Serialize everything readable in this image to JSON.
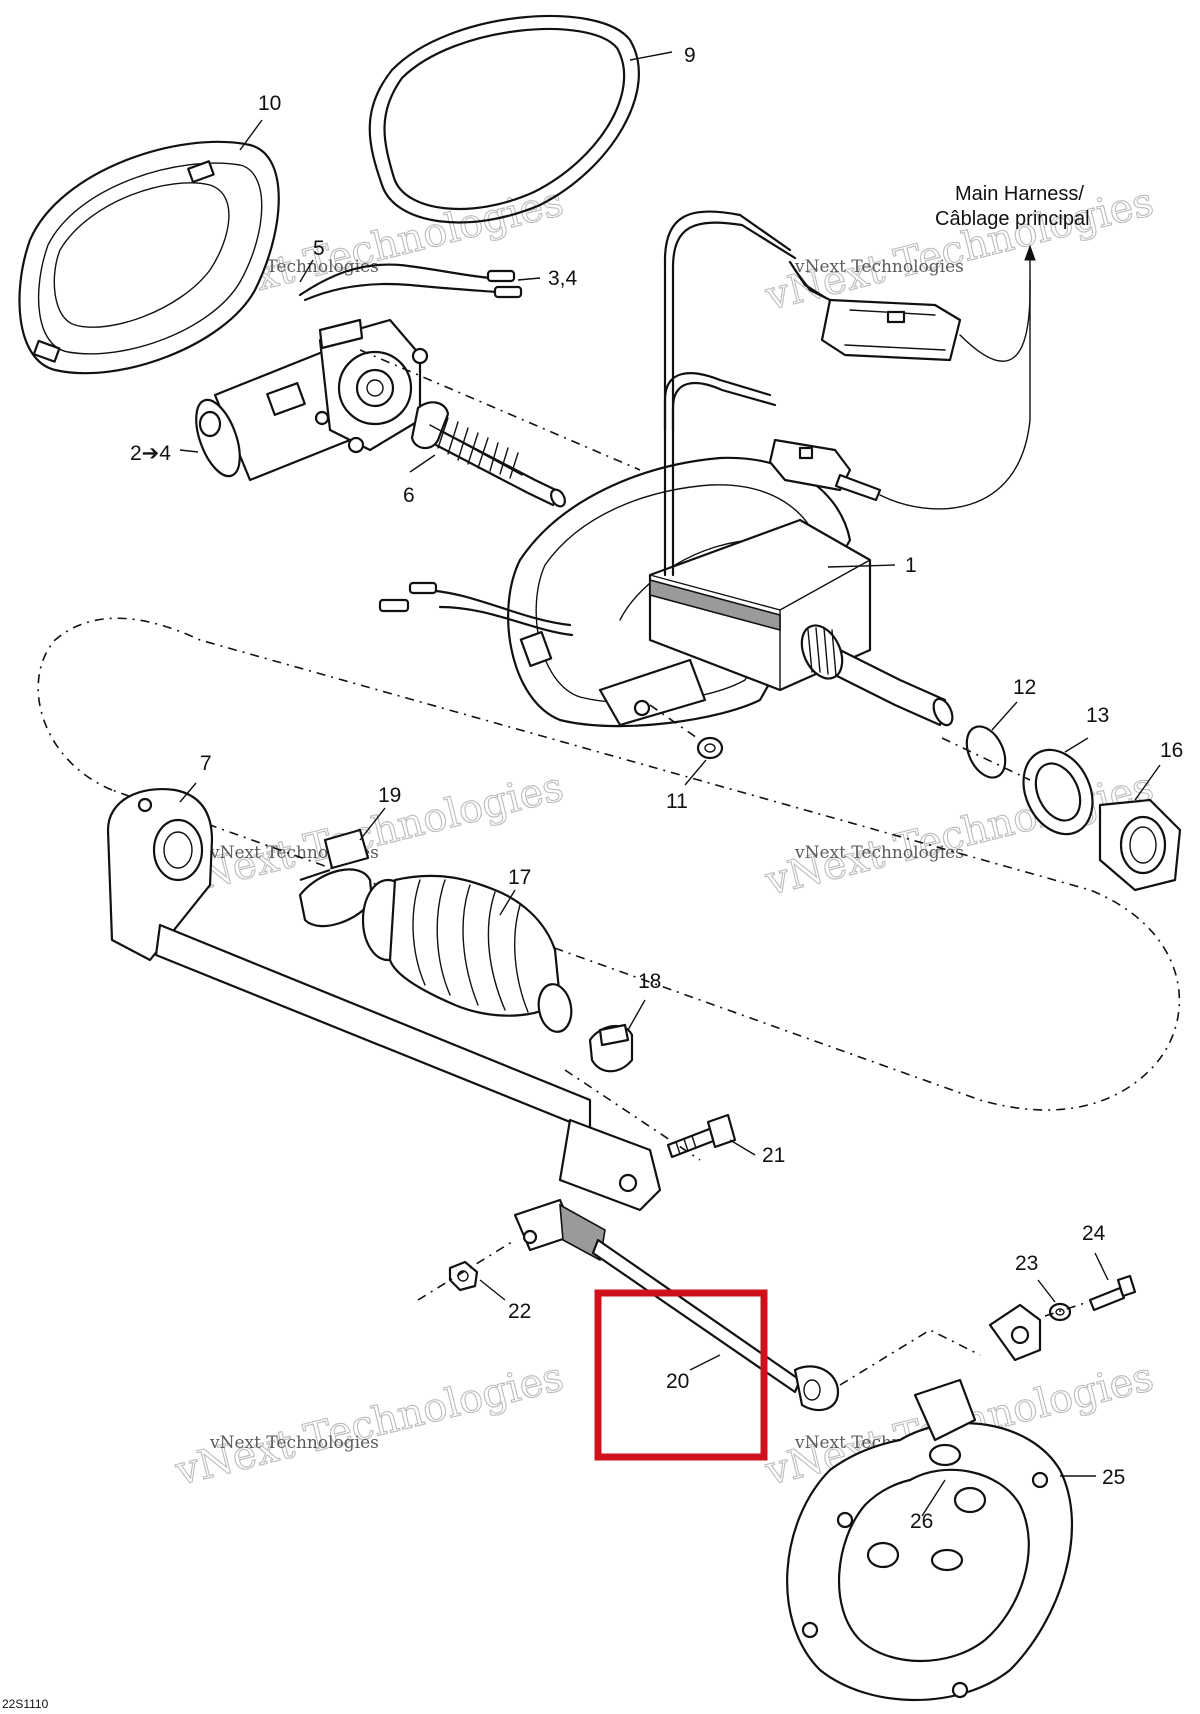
{
  "diagram": {
    "drawing_code": "22S1110",
    "harness_label_line1": "Main Harness/",
    "harness_label_line2": "Câblage principal",
    "highlight_color": "#d0101a",
    "callouts": {
      "c1": "1",
      "c2_4": "2➔4",
      "c3_4": "3,4",
      "c5": "5",
      "c6": "6",
      "c7": "7",
      "c9": "9",
      "c10": "10",
      "c11": "11",
      "c12": "12",
      "c13": "13",
      "c16": "16",
      "c17": "17",
      "c18": "18",
      "c19": "19",
      "c20": "20",
      "c21": "21",
      "c22": "22",
      "c23": "23",
      "c24": "24",
      "c25": "25",
      "c26": "26"
    },
    "watermark": {
      "big": "vNext Technologies",
      "small": "vNext Technologies"
    }
  }
}
